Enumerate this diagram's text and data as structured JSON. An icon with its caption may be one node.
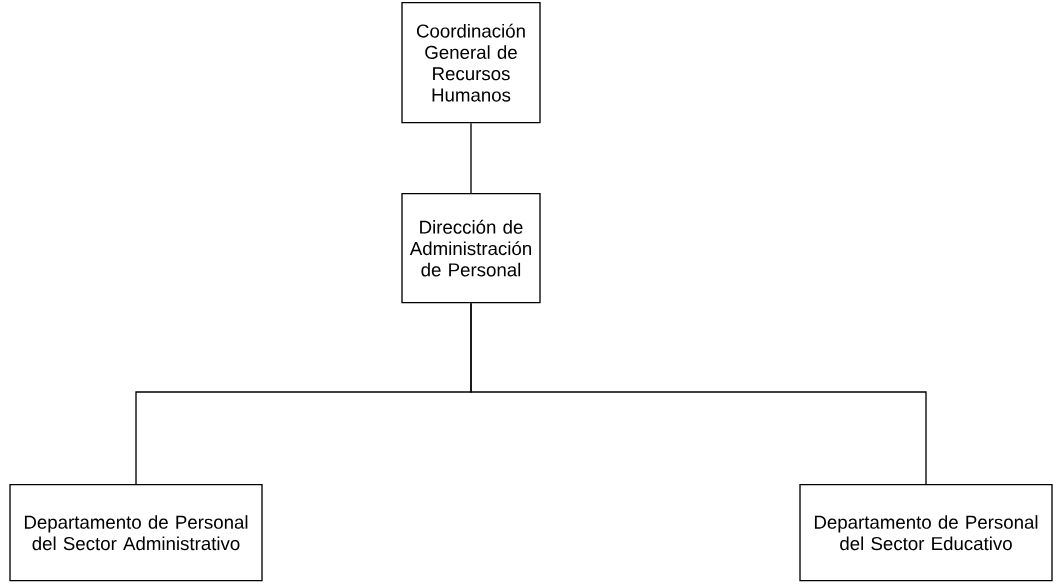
{
  "diagram": {
    "nodes": [
      {
        "text": [
          "Coordinación General de Recursos Humanos"
        ]
      },
      {
        "text": [
          "Dirección de Administración de Personal"
        ]
      },
      {
        "text": [
          "Departamento de Personal del Sector Administrativo"
        ]
      },
      {
        "text": [
          "Departamento de Personal del Sector Educativo"
        ]
      }
    ],
    "edges": [
      {
        "from": 0,
        "to": 1,
        "arrow": "none"
      },
      {
        "from": 1,
        "to": 2,
        "arrow": "none"
      },
      {
        "from": 1,
        "to": 3,
        "arrow": "none"
      }
    ]
  }
}
